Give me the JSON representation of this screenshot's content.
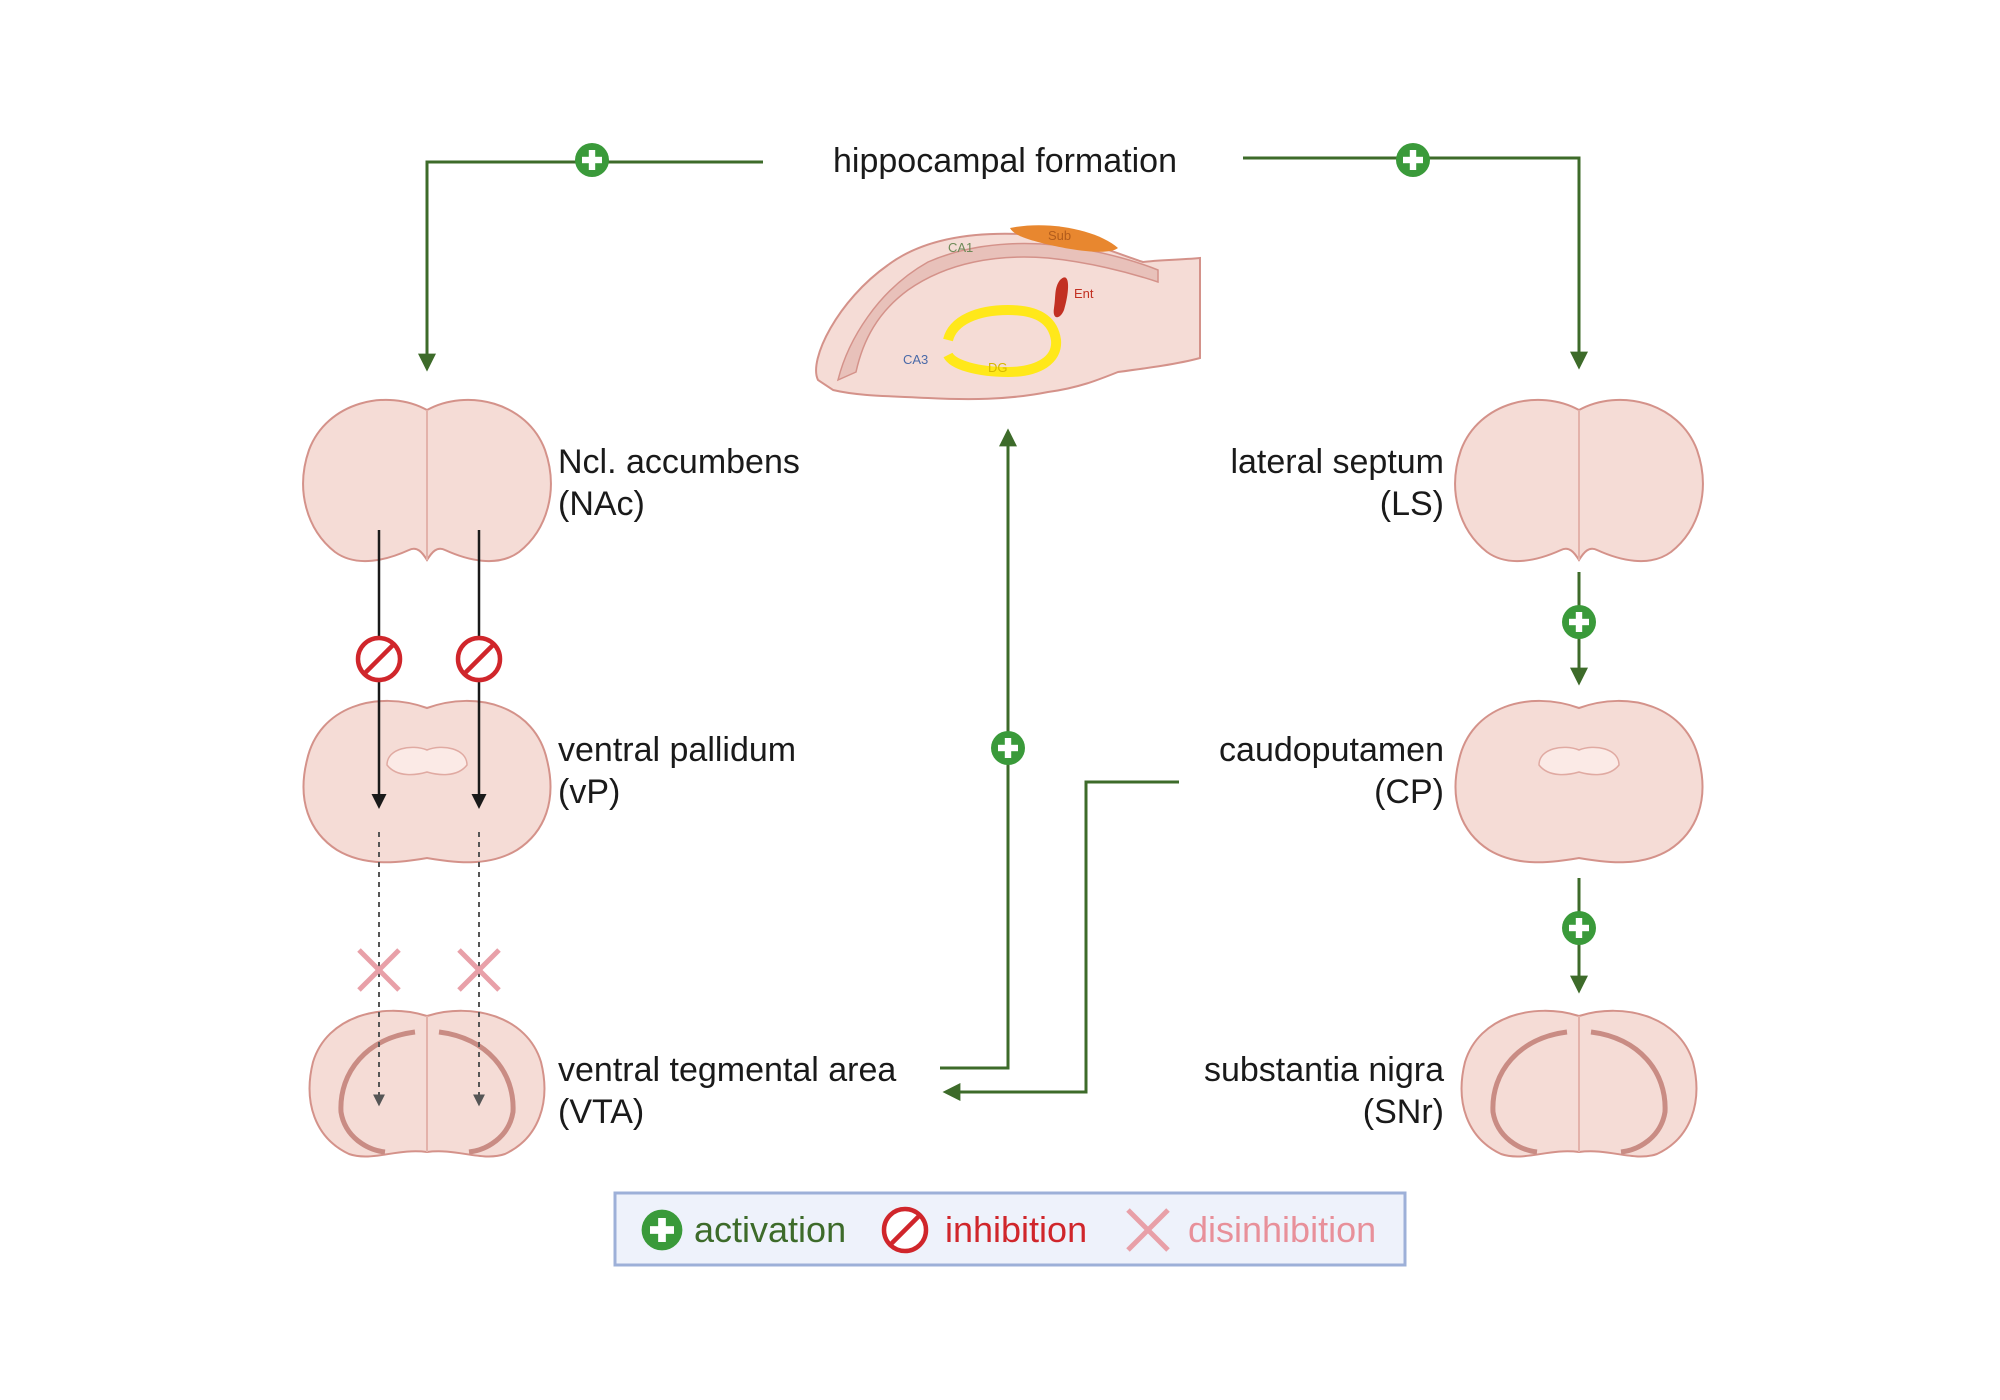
{
  "title": "hippocampal formation",
  "hippocampus_labels": {
    "ca1": "CA1",
    "ca3": "CA3",
    "dg": "DG",
    "sub": "Sub",
    "ent": "Ent"
  },
  "regions": {
    "nac": {
      "name": "Ncl. accumbens",
      "abbr": "(NAc)"
    },
    "vp": {
      "name": "ventral pallidum",
      "abbr": "(vP)"
    },
    "vta": {
      "name": "ventral tegmental area",
      "abbr": "(VTA)"
    },
    "ls": {
      "name": "lateral septum",
      "abbr": "(LS)"
    },
    "cp": {
      "name": "caudoputamen",
      "abbr": "(CP)"
    },
    "snr": {
      "name": "substantia nigra",
      "abbr": "(SNr)"
    }
  },
  "legend": {
    "activation": "activation",
    "inhibition": "inhibition",
    "disinhibition": "disinhibition"
  },
  "colors": {
    "activation": "#3a9a3a",
    "activation_line": "#3d6b2a",
    "inhibition": "#d0262b",
    "disinhibition": "#e8a0a8",
    "brain_fill": "#f5dcd6",
    "brain_stroke": "#d4928a",
    "legend_border": "#9db0d8",
    "legend_bg": "#eef2fb"
  }
}
